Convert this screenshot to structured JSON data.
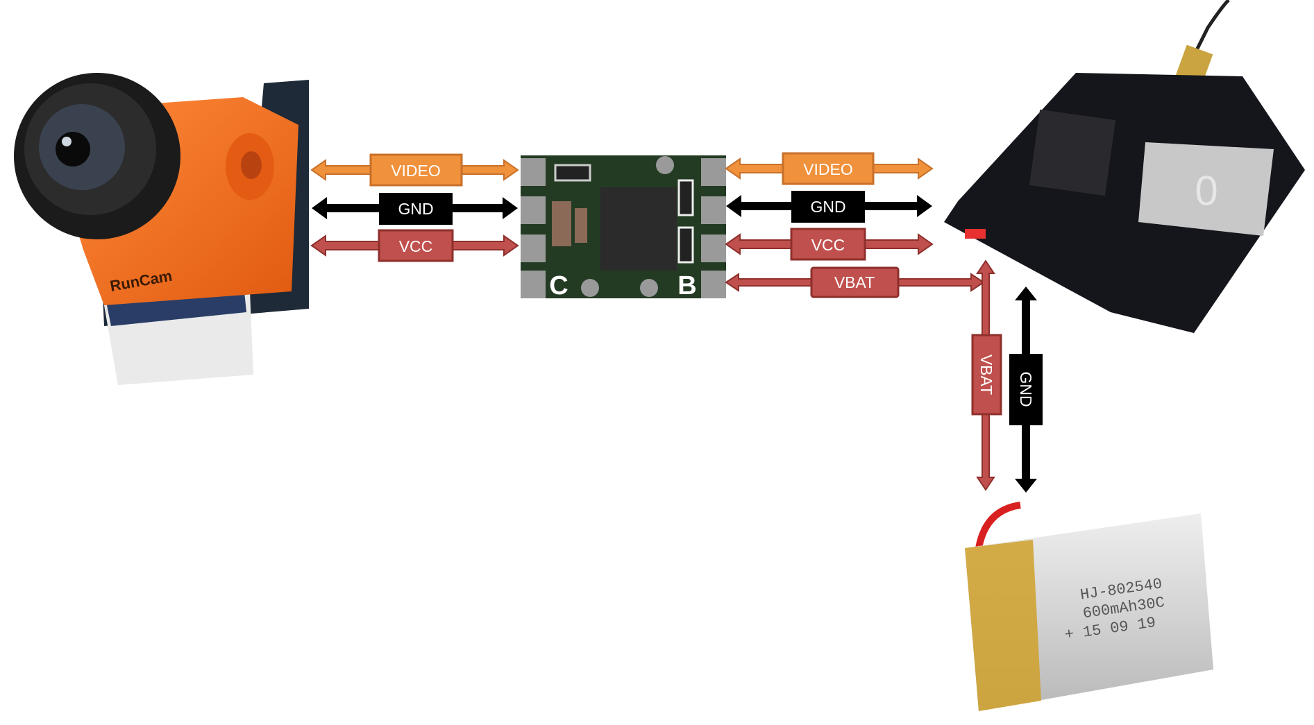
{
  "colors": {
    "video": "#f0913c",
    "video_dark": "#c8702a",
    "gnd": "#000000",
    "vcc": "#c0504d",
    "vcc_dark": "#8e2f2c",
    "pcb": "#223a22",
    "camera": "#f26b1d"
  },
  "left_links": {
    "video": "VIDEO",
    "gnd": "GND",
    "vcc": "VCC"
  },
  "right_links": {
    "video": "VIDEO",
    "gnd": "GND",
    "vcc": "VCC",
    "vbat": "VBAT"
  },
  "battery_links": {
    "vbat": "VBAT",
    "gnd": "GND"
  },
  "board": {
    "pad_c": "C",
    "pad_b": "B"
  },
  "camera": {
    "logo": "RunCam"
  },
  "battery": {
    "line1": "HJ-802540",
    "line2": "600mAh30C",
    "line3": "+ 15 09 19"
  }
}
